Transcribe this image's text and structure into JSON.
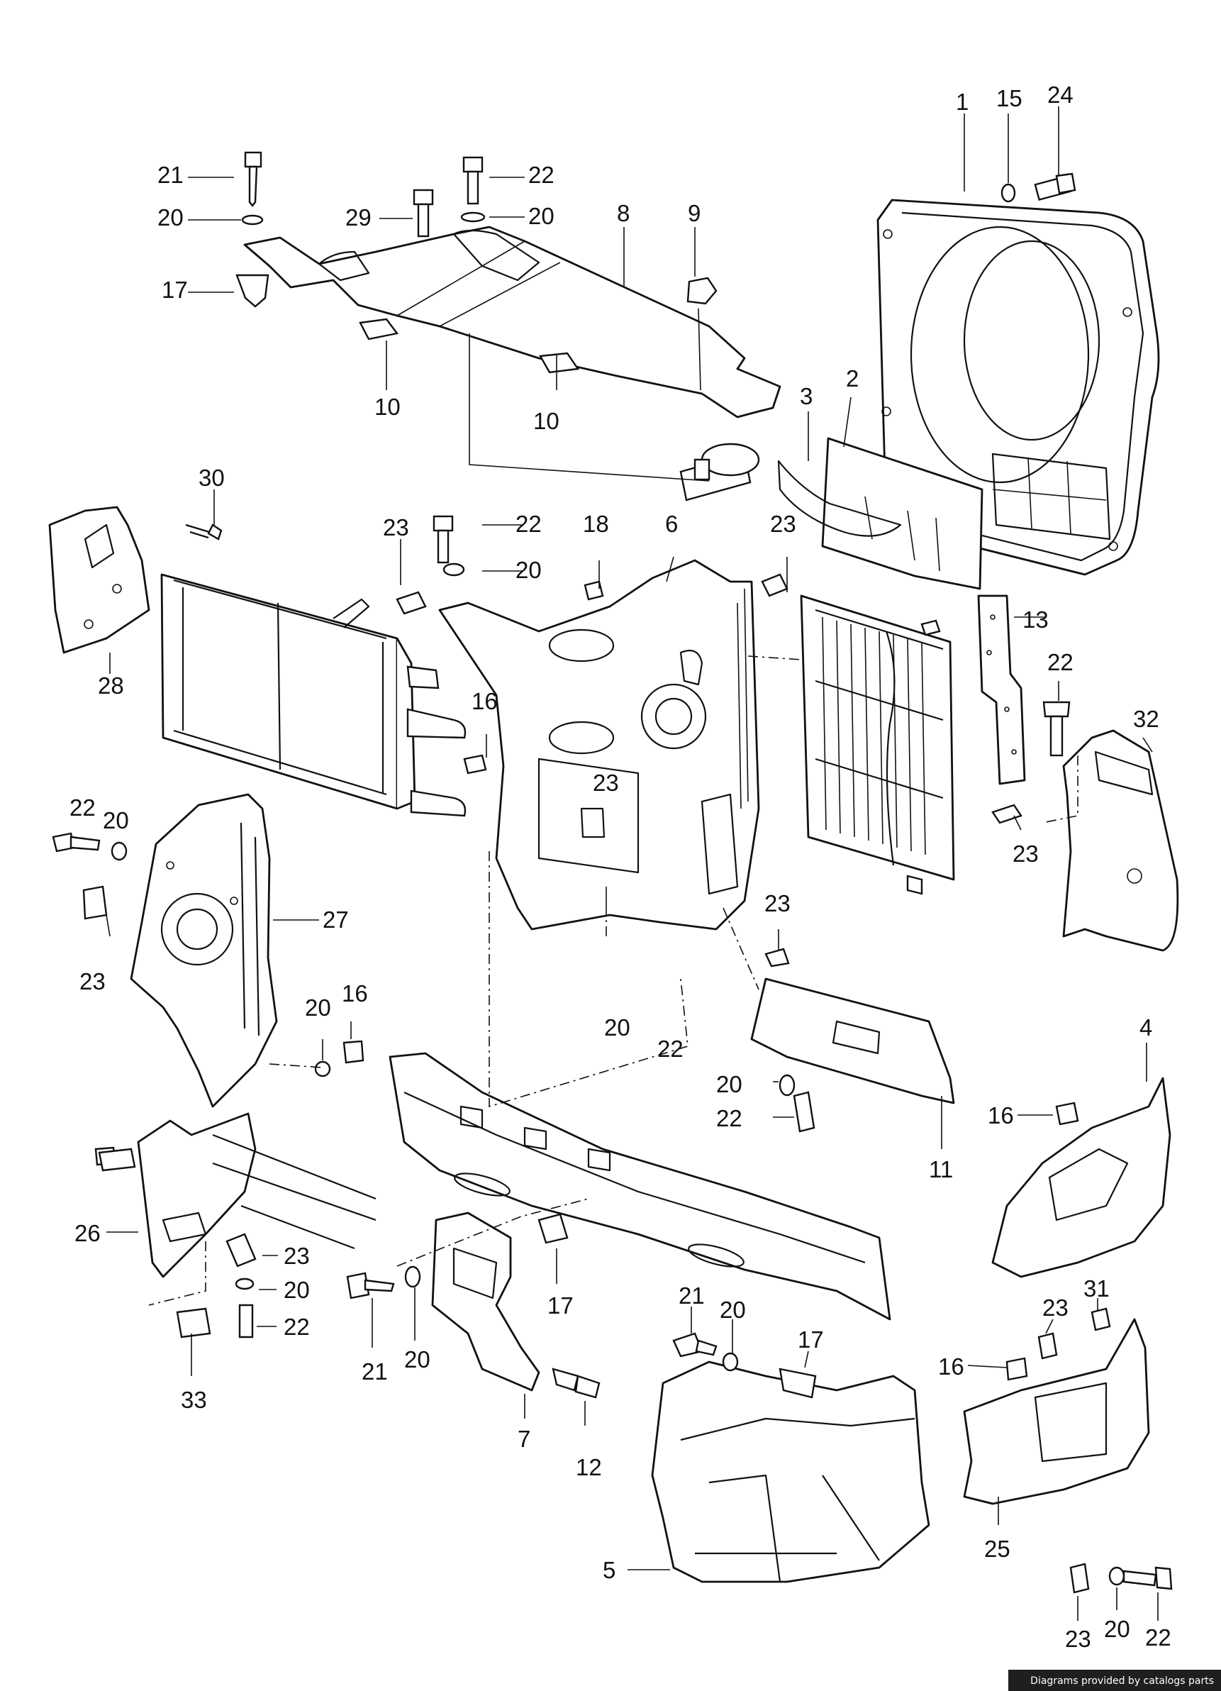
{
  "footer_credit": "Diagrams provided by catalogs parts",
  "callouts": {
    "c1": "1",
    "c15": "15",
    "c24": "24",
    "c21a": "21",
    "c20a": "20",
    "c17a": "17",
    "c22a": "22",
    "c20b": "20",
    "c29": "29",
    "c8": "8",
    "c9": "9",
    "c10a": "10",
    "c10b": "10",
    "c3": "3",
    "c2": "2",
    "c30": "30",
    "c28": "28",
    "c23a": "23",
    "c22b": "22",
    "c20c": "20",
    "c18": "18",
    "c6": "6",
    "c23b": "23",
    "c13": "13",
    "c22c": "22",
    "c32": "32",
    "c23c": "23",
    "c16a": "16",
    "c23d": "23",
    "c22d": "22",
    "c20d": "20",
    "c27": "27",
    "c23e": "23",
    "c20e": "20",
    "c22e": "22",
    "c23f": "23",
    "c11": "11",
    "c20f": "20",
    "c22f": "22",
    "c20g": "20",
    "c16b": "16",
    "c4": "4",
    "c16c": "16",
    "c26": "26",
    "c23g": "23",
    "c20h": "20",
    "c22g": "22",
    "c33": "33",
    "c17b": "17",
    "c21b": "21",
    "c20i": "20",
    "c7": "7",
    "c12": "12",
    "c21c": "21",
    "c20j": "20",
    "c17c": "17",
    "c5": "5",
    "c23h": "23",
    "c31": "31",
    "c16d": "16",
    "c25": "25",
    "c23i": "23",
    "c20k": "20",
    "c22h": "22"
  }
}
